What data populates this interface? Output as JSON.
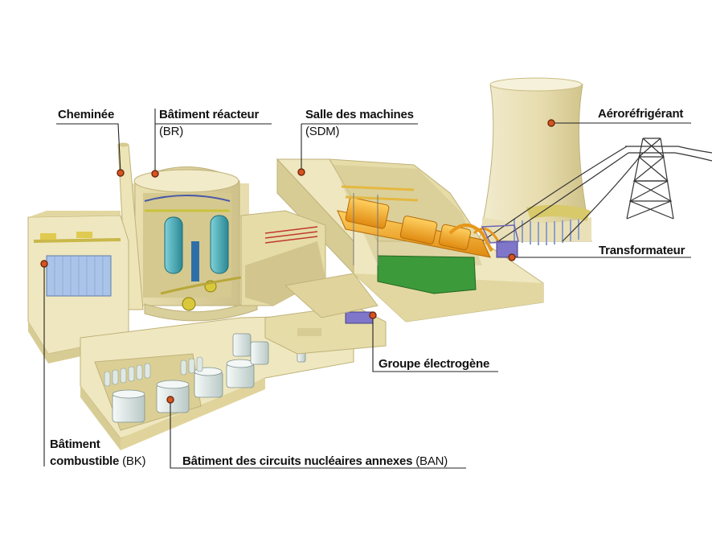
{
  "diagram": {
    "colors": {
      "concrete": "#efe7bf",
      "concrete_shade": "#d8cc95",
      "concrete_dark": "#bfb27a",
      "reactor_teal": "#3aa6b3",
      "turbine_orange": "#f0a020",
      "generator_green": "#3c9a3a",
      "pool_blue": "#a9c4e8",
      "tank_white": "#e4ecea",
      "marker": "#d9531e",
      "leader": "#222222"
    },
    "labels": {
      "chimney": {
        "title": "Cheminée"
      },
      "reactor_building": {
        "title": "Bâtiment réacteur",
        "code": "(BR)"
      },
      "turbine_hall": {
        "title": "Salle des machines",
        "code": "(SDM)"
      },
      "cooling_tower": {
        "title": "Aéroréfrigérant"
      },
      "transformer": {
        "title": "Transformateur"
      },
      "generator_set": {
        "title": "Groupe électrogène"
      },
      "fuel_building": {
        "title_line1": "Bâtiment",
        "title_line2": "combustible",
        "code": "(BK)"
      },
      "aux_building": {
        "title": "Bâtiment des circuits nucléaires annexes",
        "code": "(BAN)"
      }
    }
  }
}
